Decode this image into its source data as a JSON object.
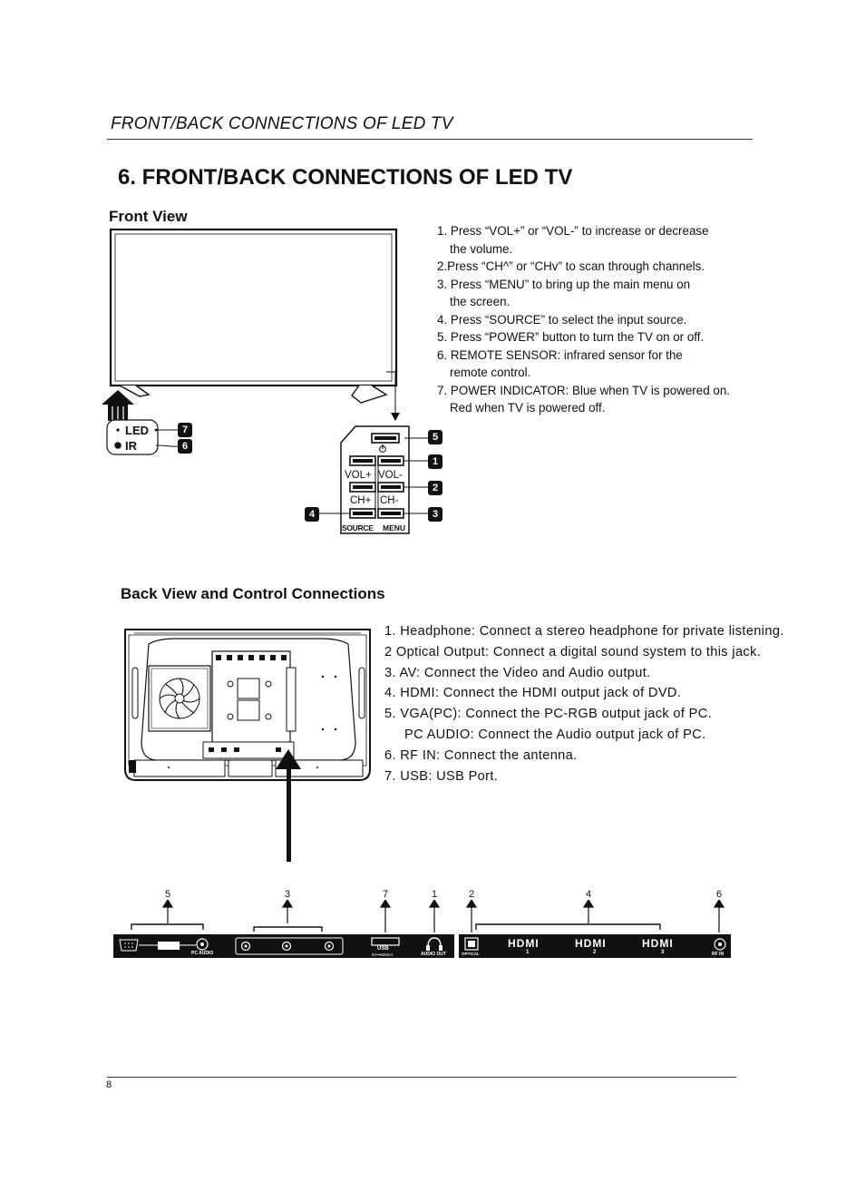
{
  "header": {
    "title": "FRONT/BACK CONNECTIONS OF LED TV"
  },
  "section": {
    "title": "6. FRONT/BACK CONNECTIONS OF LED TV"
  },
  "front": {
    "title": "Front View",
    "instructions": [
      "1. Press “VOL+” or “VOL-” to increase or decrease",
      "the volume.",
      "2.Press “CH^” or “CHv” to scan through channels.",
      "3. Press “MENU” to bring up the main menu on",
      "the screen.",
      "4. Press “SOURCE” to select the input source.",
      "5. Press “POWER” button to turn the TV on or off.",
      "6. REMOTE SENSOR: infrared sensor for the",
      "remote control.",
      "7. POWER INDICATOR: Blue when TV is powered on.",
      "Red when TV is powered off."
    ],
    "indicator_led": "LED",
    "indicator_ir": "IR",
    "badges": {
      "b7": "7",
      "b6": "6",
      "b5": "5",
      "b1": "1",
      "b2": "2",
      "b3": "3",
      "b4": "4"
    },
    "keypad": {
      "vol_plus": "VOL+",
      "vol_minus": "VOL-",
      "ch_plus": "CH+",
      "ch_minus": "CH-",
      "source": "SOURCE",
      "menu": "MENU"
    }
  },
  "back": {
    "title": "Back View and Control Connections",
    "items": [
      "1. Headphone: Connect a stereo headphone for private listening.",
      "2 Optical Output: Connect a digital sound system to this jack.",
      "3. AV: Connect the Video and Audio output.",
      "4. HDMI: Connect the HDMI output jack of DVD.",
      "5. VGA(PC): Connect the PC-RGB output jack of PC.",
      "PC AUDIO: Connect the Audio output jack of PC.",
      "6. RF IN: Connect the antenna.",
      "7. USB: USB Port."
    ],
    "port_numbers": {
      "n5": "5",
      "n3": "3",
      "n7": "7",
      "n1": "1",
      "n2": "2",
      "n4": "4",
      "n6": "6"
    },
    "port_labels": {
      "pc_audio": "PC AUDIO",
      "usb": "USB",
      "usb_sub": "5V⎓500mA",
      "audio_out": "AUDIO OUT",
      "optical": "OPTICAL",
      "hdmi": "HDMI",
      "hdmi1": "1",
      "hdmi2": "2",
      "hdmi3": "3",
      "rf_in": "RF IN"
    }
  },
  "footer": {
    "page": "8"
  }
}
